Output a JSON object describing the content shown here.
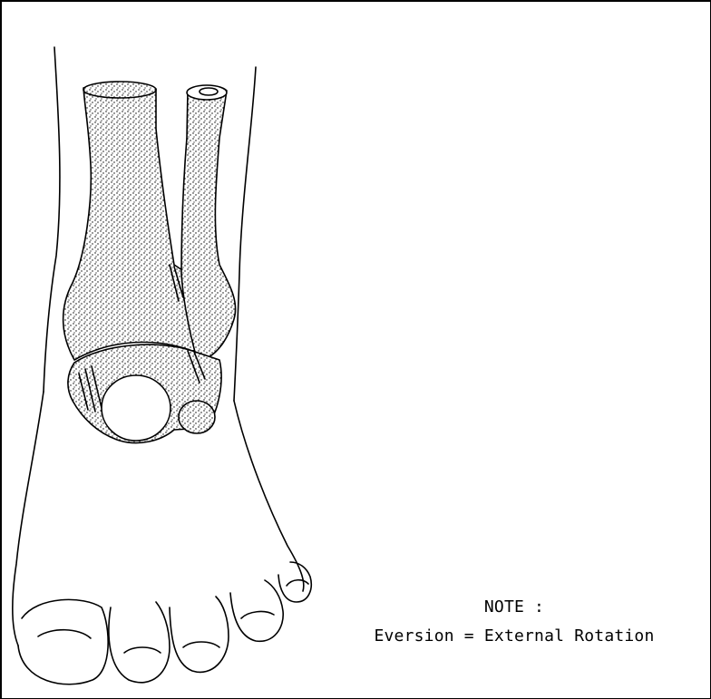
{
  "note": {
    "heading": "NOTE :",
    "text": "Eversion = External Rotation"
  },
  "colors": {
    "background": "#ffffff",
    "ink": "#000000",
    "frame": "#000000"
  },
  "illustration": {
    "subject": "ankle-and-foot-anterior-view",
    "style": "stippled line drawing"
  }
}
